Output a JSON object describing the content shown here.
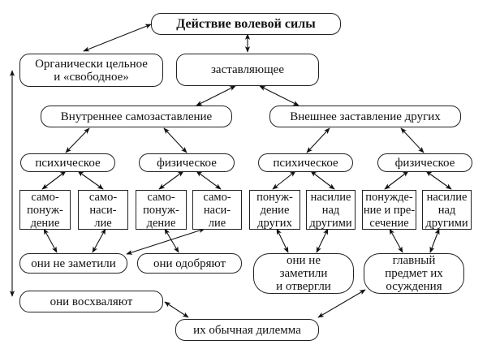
{
  "diagram": {
    "nodes": {
      "root": "Действие волевой силы",
      "organic": "Органически цельное\nи «свободное»",
      "compelling": "заставляющее",
      "inner": "Внутреннее самозаставление",
      "outer": "Внешнее заставление других",
      "inner_psychic": "психическое",
      "inner_physical": "физическое",
      "outer_psychic": "психическое",
      "outer_physical": "физическое",
      "ip_self_compulsion": "само-\nпонуж-\nдение",
      "ip_self_violence": "само-\nнаси-\nлие",
      "if_self_compulsion": "само-\nпонуж-\nдение",
      "if_self_violence": "само-\nнаси-\nлие",
      "op_compulsion_others": "понуж-\nдение\nдругих",
      "op_violence_others": "насилие\nнад\nдругими",
      "of_compulsion_suppression": "понужде-\nние и пре-\nсечение",
      "of_violence_others": "насилие\nнад\nдругими",
      "not_noticed": "они не заметили",
      "approve": "они одобряют",
      "not_noticed_rejected": "они не\nзаметили\nи отвергли",
      "main_subject": "главный\nпредмет их\nосуждения",
      "praise": "они восхваляют",
      "dilemma": "их обычная дилемма"
    },
    "edges": [
      {
        "from": "root",
        "to": "organic",
        "type": "bidirectional"
      },
      {
        "from": "root",
        "to": "compelling",
        "type": "bidirectional"
      },
      {
        "from": "compelling",
        "to": "inner",
        "type": "bidirectional"
      },
      {
        "from": "compelling",
        "to": "outer",
        "type": "bidirectional"
      },
      {
        "from": "inner",
        "to": "inner_psychic",
        "type": "bidirectional"
      },
      {
        "from": "inner",
        "to": "inner_physical",
        "type": "bidirectional"
      },
      {
        "from": "outer",
        "to": "outer_psychic",
        "type": "bidirectional"
      },
      {
        "from": "outer",
        "to": "outer_physical",
        "type": "bidirectional"
      },
      {
        "from": "inner_psychic",
        "to": "ip_self_compulsion",
        "type": "bidirectional"
      },
      {
        "from": "inner_psychic",
        "to": "ip_self_violence",
        "type": "bidirectional"
      },
      {
        "from": "inner_physical",
        "to": "if_self_compulsion",
        "type": "bidirectional"
      },
      {
        "from": "inner_physical",
        "to": "if_self_violence",
        "type": "bidirectional"
      },
      {
        "from": "outer_psychic",
        "to": "op_compulsion_others",
        "type": "bidirectional"
      },
      {
        "from": "outer_psychic",
        "to": "op_violence_others",
        "type": "bidirectional"
      },
      {
        "from": "outer_physical",
        "to": "of_compulsion_suppression",
        "type": "bidirectional"
      },
      {
        "from": "outer_physical",
        "to": "of_violence_others",
        "type": "bidirectional"
      },
      {
        "from": "ip_self_compulsion",
        "to": "not_noticed",
        "type": "bidirectional"
      },
      {
        "from": "ip_self_violence",
        "to": "not_noticed",
        "type": "bidirectional"
      },
      {
        "from": "if_self_violence",
        "to": "not_noticed",
        "type": "bidirectional"
      },
      {
        "from": "if_self_compulsion",
        "to": "approve",
        "type": "bidirectional"
      },
      {
        "from": "op_compulsion_others",
        "to": "not_noticed_rejected",
        "type": "bidirectional"
      },
      {
        "from": "op_violence_others",
        "to": "not_noticed_rejected",
        "type": "bidirectional"
      },
      {
        "from": "of_compulsion_suppression",
        "to": "main_subject",
        "type": "bidirectional"
      },
      {
        "from": "of_violence_others",
        "to": "main_subject",
        "type": "bidirectional"
      },
      {
        "from": "main_subject",
        "to": "dilemma",
        "type": "bidirectional"
      },
      {
        "from": "praise",
        "to": "dilemma",
        "type": "bidirectional"
      },
      {
        "from": "organic",
        "to": "praise",
        "type": "bidirectional-side-line"
      }
    ]
  }
}
